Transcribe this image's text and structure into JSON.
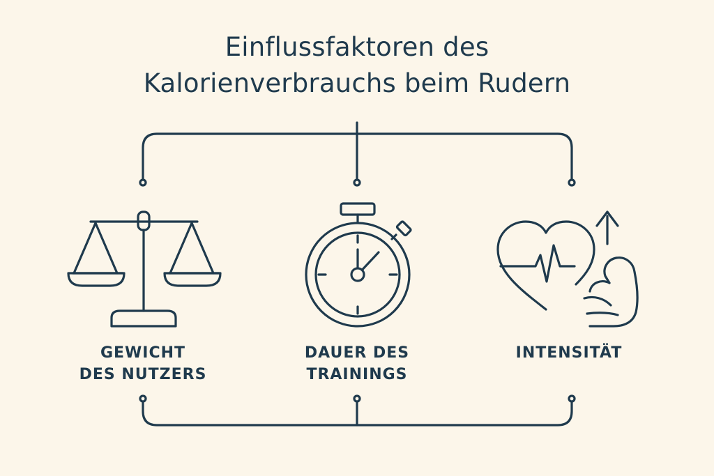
{
  "title": {
    "line1": "Einflussfaktoren des",
    "line2": "Kalorienverbrauchs beim Rudern"
  },
  "factors": [
    {
      "icon": "balance-scale-icon",
      "label_line1": "GEWICHT",
      "label_line2": "DES NUTZERS"
    },
    {
      "icon": "stopwatch-icon",
      "label_line1": "DAUER DES",
      "label_line2": "TRAININGS"
    },
    {
      "icon": "heart-muscle-icon",
      "label_line1": "INTENSITÄT",
      "label_line2": ""
    }
  ],
  "colors": {
    "background": "#fcf6ea",
    "ink": "#1f3a4d"
  }
}
